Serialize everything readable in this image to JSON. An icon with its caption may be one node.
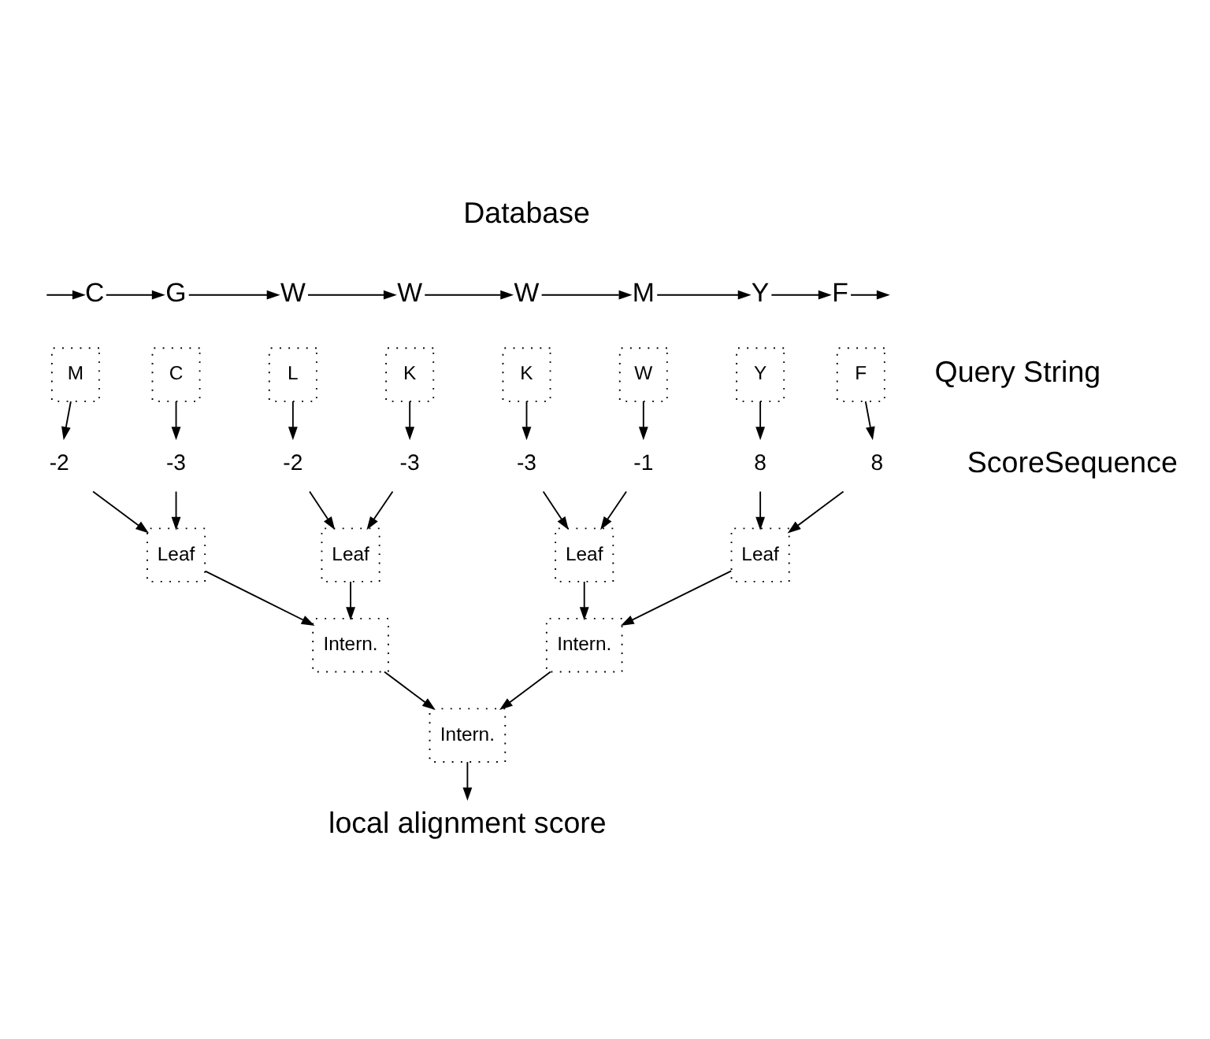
{
  "diagram": {
    "nodes": [
      {
        "text": [
          "C"
        ]
      },
      {
        "text": [
          "G"
        ]
      },
      {
        "text": [
          "W"
        ]
      },
      {
        "text": [
          "W"
        ]
      },
      {
        "text": [
          "W"
        ]
      },
      {
        "text": [
          "M"
        ]
      },
      {
        "text": [
          "Y"
        ]
      },
      {
        "text": [
          "F"
        ]
      },
      {
        "text": [
          "M"
        ]
      },
      {
        "text": [
          "C"
        ]
      },
      {
        "text": [
          "L"
        ]
      },
      {
        "text": [
          "K"
        ]
      },
      {
        "text": [
          "K"
        ]
      },
      {
        "text": [
          "W"
        ]
      },
      {
        "text": [
          "Y"
        ]
      },
      {
        "text": [
          "F"
        ]
      },
      {
        "text": [
          "-2"
        ]
      },
      {
        "text": [
          "-3"
        ]
      },
      {
        "text": [
          "-2"
        ]
      },
      {
        "text": [
          "-3"
        ]
      },
      {
        "text": [
          "-3"
        ]
      },
      {
        "text": [
          "-1"
        ]
      },
      {
        "text": [
          "8"
        ]
      },
      {
        "text": [
          "8"
        ]
      },
      {
        "text": [
          "Leaf"
        ]
      },
      {
        "text": [
          "Leaf"
        ]
      },
      {
        "text": [
          "Leaf"
        ]
      },
      {
        "text": [
          "Leaf"
        ]
      },
      {
        "text": [
          "Intern."
        ]
      },
      {
        "text": [
          "Intern."
        ]
      },
      {
        "text": [
          "Intern."
        ]
      },
      {
        "text": [
          "local alignment score"
        ]
      }
    ],
    "edges": [
      {
        "from": null,
        "to": 0,
        "arrow": "to"
      },
      {
        "from": 0,
        "to": 1,
        "arrow": "to"
      },
      {
        "from": 1,
        "to": 2,
        "arrow": "to"
      },
      {
        "from": 2,
        "to": 3,
        "arrow": "to"
      },
      {
        "from": 3,
        "to": 4,
        "arrow": "to"
      },
      {
        "from": 4,
        "to": 5,
        "arrow": "to"
      },
      {
        "from": 5,
        "to": 6,
        "arrow": "to"
      },
      {
        "from": 6,
        "to": 7,
        "arrow": "to"
      },
      {
        "from": 7,
        "to": null,
        "arrow": "to"
      },
      {
        "from": 8,
        "to": 16,
        "arrow": "to"
      },
      {
        "from": 9,
        "to": 17,
        "arrow": "to"
      },
      {
        "from": 10,
        "to": 18,
        "arrow": "to"
      },
      {
        "from": 11,
        "to": 19,
        "arrow": "to"
      },
      {
        "from": 12,
        "to": 20,
        "arrow": "to"
      },
      {
        "from": 13,
        "to": 21,
        "arrow": "to"
      },
      {
        "from": 14,
        "to": 22,
        "arrow": "to"
      },
      {
        "from": 15,
        "to": 23,
        "arrow": "to"
      },
      {
        "from": 16,
        "to": 24,
        "arrow": "to"
      },
      {
        "from": 17,
        "to": 24,
        "arrow": "to"
      },
      {
        "from": 18,
        "to": 25,
        "arrow": "to"
      },
      {
        "from": 19,
        "to": 25,
        "arrow": "to"
      },
      {
        "from": 20,
        "to": 26,
        "arrow": "to"
      },
      {
        "from": 21,
        "to": 26,
        "arrow": "to"
      },
      {
        "from": 22,
        "to": 27,
        "arrow": "to"
      },
      {
        "from": 23,
        "to": 27,
        "arrow": "to"
      },
      {
        "from": 24,
        "to": 28,
        "arrow": "to"
      },
      {
        "from": 25,
        "to": 28,
        "arrow": "to"
      },
      {
        "from": 26,
        "to": 29,
        "arrow": "to"
      },
      {
        "from": 27,
        "to": 29,
        "arrow": "to"
      },
      {
        "from": 28,
        "to": 30,
        "arrow": "to"
      },
      {
        "from": 29,
        "to": 30,
        "arrow": "to"
      },
      {
        "from": 30,
        "to": 31,
        "arrow": "to"
      }
    ],
    "labels": [
      "Database",
      "Query String",
      "ScoreSequence"
    ]
  }
}
